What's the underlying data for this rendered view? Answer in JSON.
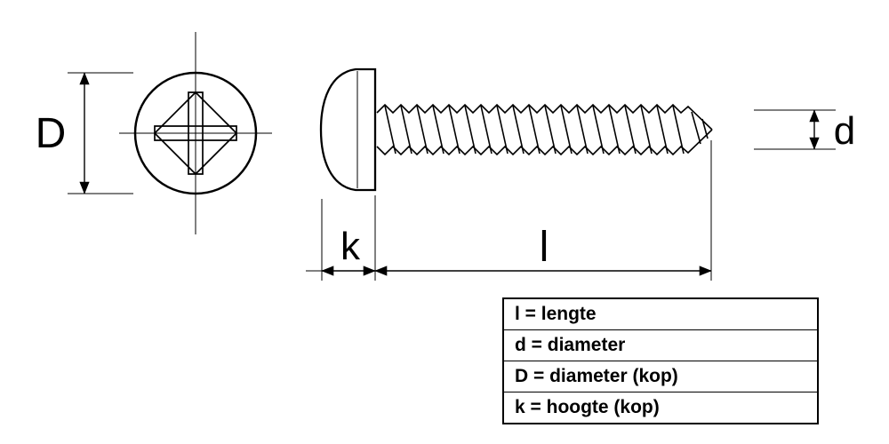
{
  "diagram": {
    "type": "technical-drawing",
    "dimension_labels": {
      "head_diameter": "D",
      "shaft_diameter": "d",
      "head_height": "k",
      "length": "l"
    },
    "legend": {
      "rows": [
        "l = lengte",
        "d = diameter",
        "D = diameter (kop)",
        "k = hoogte (kop)"
      ]
    },
    "colors": {
      "line": "#000000",
      "background": "#ffffff"
    }
  }
}
